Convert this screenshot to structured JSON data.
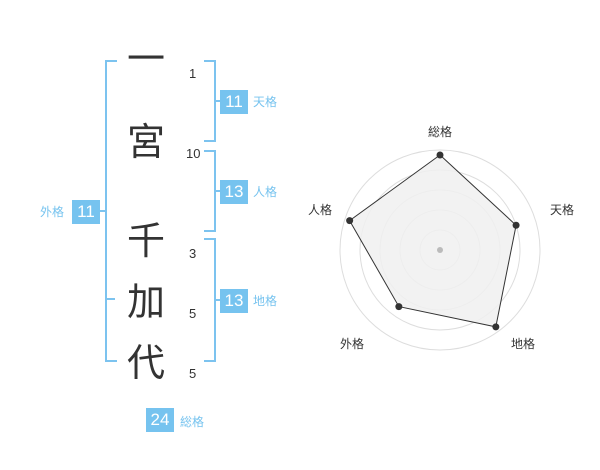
{
  "name": {
    "characters": [
      {
        "char": "一",
        "strokes": "1"
      },
      {
        "char": "宮",
        "strokes": "10"
      },
      {
        "char": "千",
        "strokes": "3"
      },
      {
        "char": "加",
        "strokes": "5"
      },
      {
        "char": "代",
        "strokes": "5"
      }
    ]
  },
  "fortune": {
    "tenkaku": {
      "value": "11",
      "label": "天格"
    },
    "jinkaku": {
      "value": "13",
      "label": "人格"
    },
    "chikaku": {
      "value": "13",
      "label": "地格"
    },
    "gaikaku": {
      "value": "11",
      "label": "外格"
    },
    "soukaku": {
      "value": "24",
      "label": "総格"
    }
  },
  "radar": {
    "labels": {
      "soukaku": "総格",
      "tenkaku": "天格",
      "chikaku": "地格",
      "gaikaku": "外格",
      "jinkaku": "人格"
    },
    "levels": {
      "soukaku": 0.95,
      "tenkaku": 0.8,
      "chikaku": 0.95,
      "gaikaku": 0.7,
      "jinkaku": 0.95
    },
    "colors": {
      "grid": "#dddddd",
      "fill": "#f0f0f0",
      "line": "#333333",
      "dot": "#333333",
      "center": "#bbbbbb"
    }
  },
  "accent_color": "#76c3ef"
}
